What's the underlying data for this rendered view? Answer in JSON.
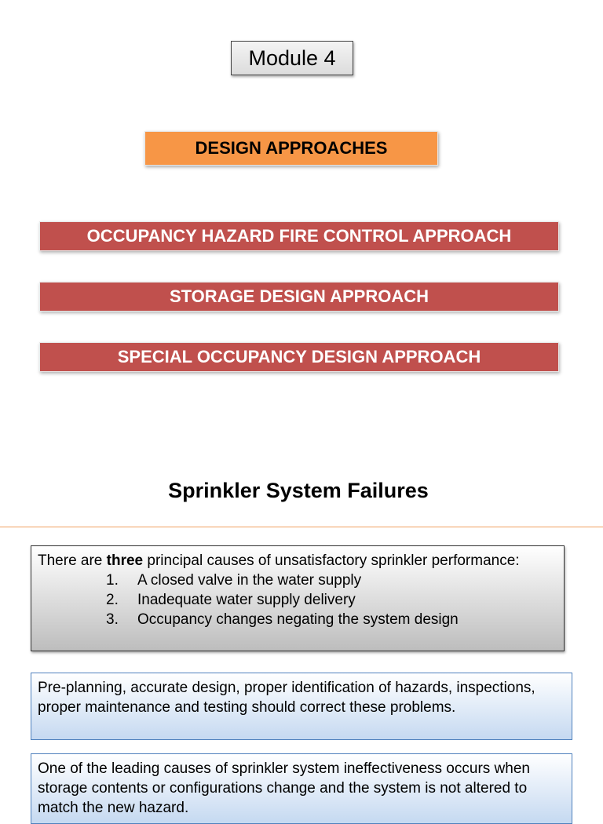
{
  "slide1": {
    "module_label": "Module 4",
    "design_title": "DESIGN APPROACHES",
    "approaches": [
      "OCCUPANCY HAZARD FIRE CONTROL APPROACH",
      "STORAGE DESIGN APPROACH",
      "SPECIAL OCCUPANCY DESIGN APPROACH"
    ]
  },
  "slide2": {
    "title": "Sprinkler System Failures",
    "causes_intro_before": "There are ",
    "causes_intro_bold": "three",
    "causes_intro_after": " principal causes of unsatisfactory sprinkler performance:",
    "causes": [
      {
        "num": "1.",
        "text": "A closed valve in the water supply"
      },
      {
        "num": "2.",
        "text": "Inadequate water supply delivery"
      },
      {
        "num": "3.",
        "text": "Occupancy changes negating the system design"
      }
    ],
    "note1": "Pre-planning, accurate design, proper identification of hazards, inspections, proper maintenance and testing should correct these problems.",
    "note2": "One of the leading causes of sprinkler system ineffectiveness occurs when storage contents or configurations change and the system is not altered to match the new hazard."
  },
  "colors": {
    "orange": "#f79646",
    "red": "#c0504d",
    "blue_border": "#4f81bd"
  }
}
